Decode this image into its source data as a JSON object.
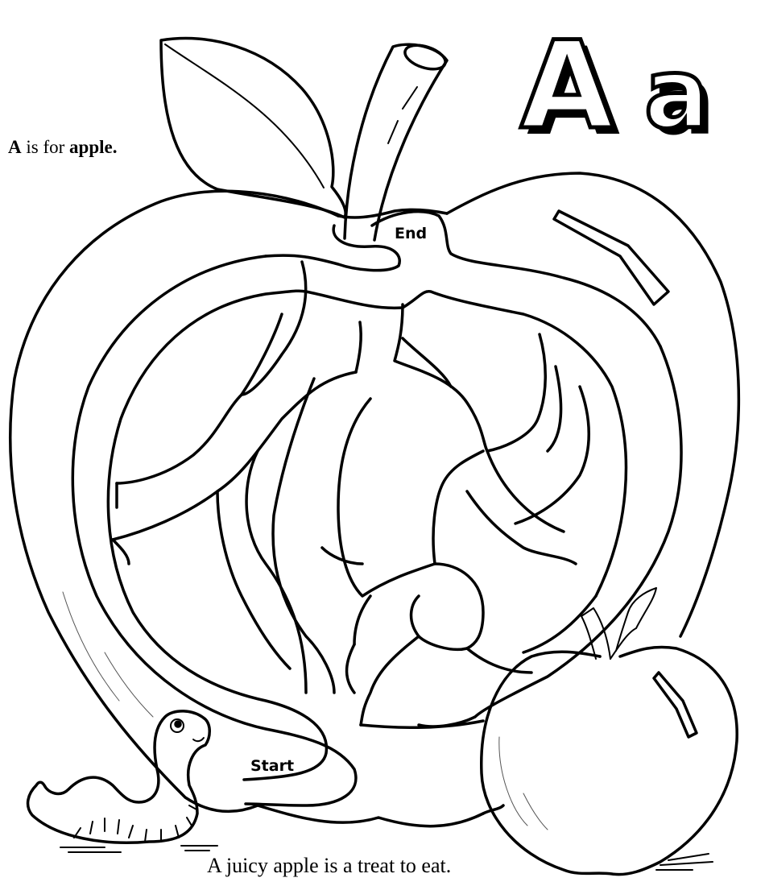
{
  "worksheet": {
    "letter_upper": "A",
    "letter_lower": "a",
    "caption_top": {
      "prefix": "A",
      "middle": " is for ",
      "word": "apple."
    },
    "caption_bottom": "A juicy apple is a treat to eat.",
    "maze": {
      "end_label": "End",
      "start_label": "Start"
    },
    "illustrations": [
      "big-apple-maze",
      "worm",
      "small-apple"
    ],
    "colors": {
      "ink": "#000000",
      "paper": "#ffffff"
    }
  }
}
